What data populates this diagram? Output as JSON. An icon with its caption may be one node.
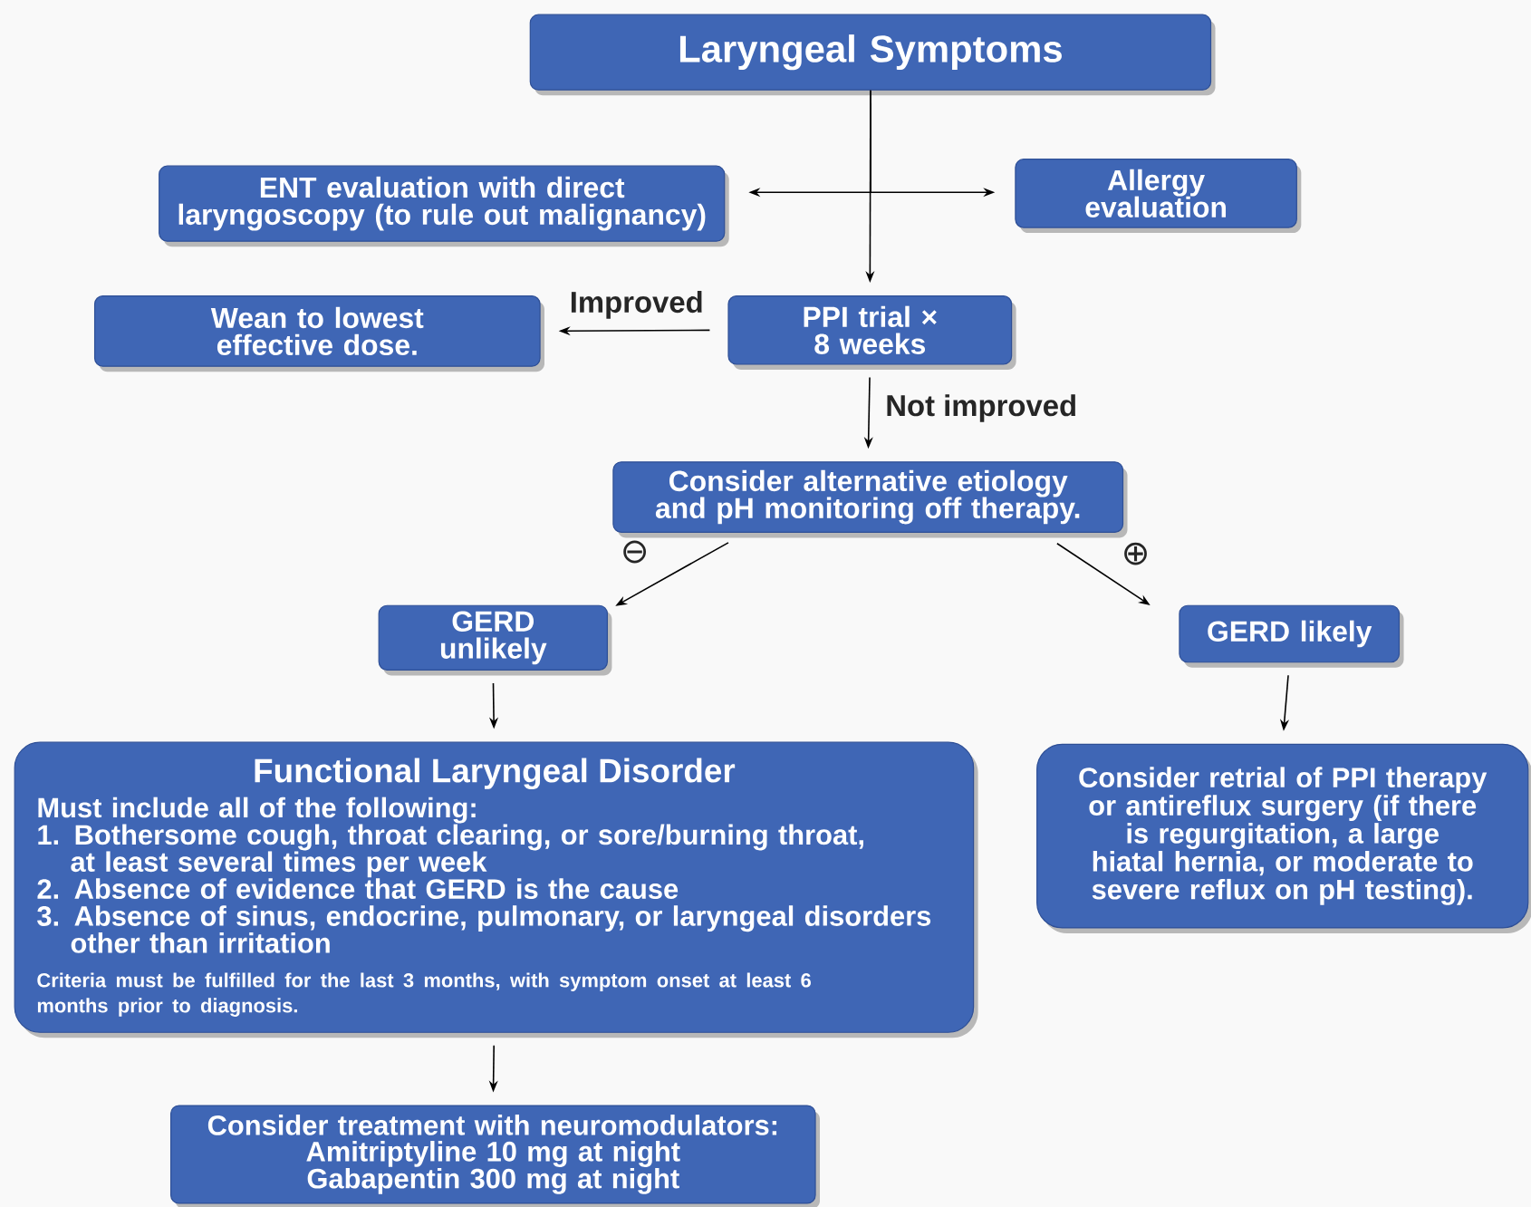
{
  "diagram": {
    "nodes": [
      {
        "text": [
          "Laryngeal Symptoms"
        ]
      },
      {
        "text": [
          "ENT evaluation with direct laryngoscopy (to rule out malignancy)"
        ]
      },
      {
        "text": [
          "Allergy evaluation"
        ]
      },
      {
        "text": [
          "PPI trial × 8 weeks"
        ]
      },
      {
        "text": [
          "Wean to lowest effective dose."
        ]
      },
      {
        "text": [
          "Consider alternative etiology and pH monitoring off therapy."
        ]
      },
      {
        "text": [
          "GERD unlikely"
        ]
      },
      {
        "text": [
          "GERD likely"
        ]
      },
      {
        "text": [
          "Functional Laryngeal Disorder",
          "Must include all of the following:",
          "1. Bothersome cough, throat clearing, or sore/burning throat, at least several times per week",
          "2. Absence of evidence that GERD is the cause",
          "3. Absence of sinus, endocrine, pulmonary, or laryngeal disorders other than irritation",
          "Criteria must be fulfilled for the last 3 months, with symptom onset at least 6 months prior to diagnosis."
        ]
      },
      {
        "text": [
          "Consider retrial of PPI therapy or antireflux surgery (if there is regurgitation, a large hiatal hernia, or moderate to severe reflux on pH testing)."
        ]
      },
      {
        "text": [
          "Consider treatment with neuromodulators:",
          "Amitriptyline 10 mg at night",
          "Gabapentin 300 mg at night"
        ]
      }
    ],
    "edges": [
      {
        "from": 0,
        "to": 1,
        "arrow": "to"
      },
      {
        "from": 0,
        "to": 2,
        "arrow": "to"
      },
      {
        "from": 0,
        "to": 3,
        "arrow": "to"
      },
      {
        "from": 3,
        "to": 4,
        "arrow": "to",
        "label": "Improved"
      },
      {
        "from": 3,
        "to": 5,
        "arrow": "to",
        "label": "Not improved"
      },
      {
        "from": 5,
        "to": 6,
        "arrow": "to",
        "label": "⊖"
      },
      {
        "from": 5,
        "to": 7,
        "arrow": "to",
        "label": "⊕"
      },
      {
        "from": 6,
        "to": 8,
        "arrow": "to"
      },
      {
        "from": 7,
        "to": 9,
        "arrow": "to"
      },
      {
        "from": 8,
        "to": 10,
        "arrow": "to"
      }
    ]
  }
}
